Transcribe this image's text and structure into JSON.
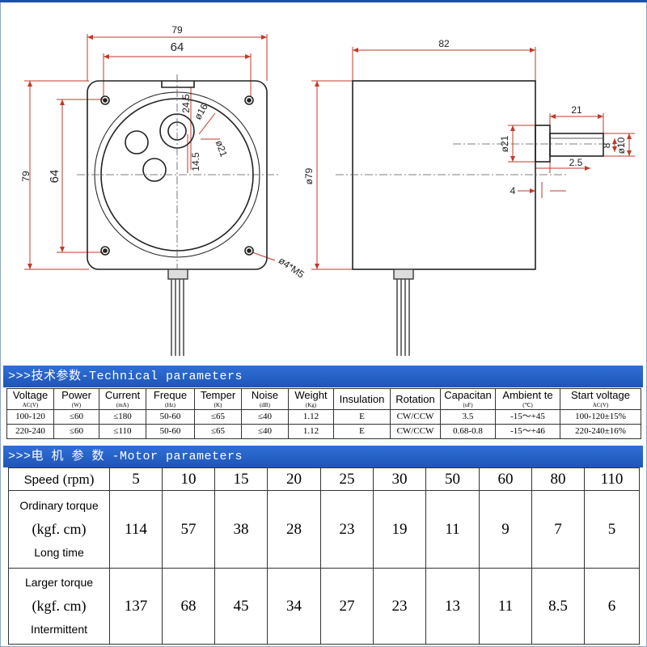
{
  "dimensions": {
    "front_width_outer": "79",
    "front_width_inner": "64",
    "front_height_outer": "79",
    "front_height_inner": "64",
    "shaft_offset": "24.5",
    "boss_dia": "ø16",
    "pilot_dia": "ø21",
    "offset_small": "14.5",
    "mount_holes": "ø4*M5",
    "side_length": "82",
    "side_dia": "ø79",
    "shaft_length": "21",
    "shaft_pilot": "ø21",
    "shaft_dia": "ø10",
    "flat": "8",
    "step": "2.5",
    "step2": "4"
  },
  "tech_banner": ">>>技术参数-Technical parameters",
  "tech_table": {
    "headers": [
      {
        "label": "Voltage",
        "unit": "AC(V)"
      },
      {
        "label": "Power",
        "unit": "(W)"
      },
      {
        "label": "Current",
        "unit": "(mA)"
      },
      {
        "label": "Freque",
        "unit": "(Hz)"
      },
      {
        "label": "Temper",
        "unit": "(K)"
      },
      {
        "label": "Noise",
        "unit": "(dB)"
      },
      {
        "label": "Weight",
        "unit": "(Kg)"
      },
      {
        "label": "Insulation",
        "unit": ""
      },
      {
        "label": "Rotation",
        "unit": ""
      },
      {
        "label": "Capacitan",
        "unit": "(uF)"
      },
      {
        "label": "Ambient te",
        "unit": "(℃)"
      },
      {
        "label": "Start voltage",
        "unit": "AC(V)"
      }
    ],
    "rows": [
      [
        "100-120",
        "≤60",
        "≤180",
        "50-60",
        "≤65",
        "≤40",
        "1.12",
        "E",
        "CW/CCW",
        "3.5",
        "-15～+45",
        "100-120±15%"
      ],
      [
        "220-240",
        "≤60",
        "≤110",
        "50-60",
        "≤65",
        "≤40",
        "1.12",
        "E",
        "CW/CCW",
        "0.68-0.8",
        "-15～+46",
        "220-240±16%"
      ]
    ]
  },
  "motor_banner": ">>>电 机 参 数 -Motor parameters",
  "motor_table": {
    "speed_label": "Speed",
    "speed_unit": "(rpm)",
    "speeds": [
      "5",
      "10",
      "15",
      "20",
      "25",
      "30",
      "50",
      "60",
      "80",
      "110"
    ],
    "ordinary_label": "Ordinary torque",
    "ordinary_unit": "(kgf. cm)",
    "ordinary_note": "Long time",
    "ordinary_values": [
      "114",
      "57",
      "38",
      "28",
      "23",
      "19",
      "11",
      "9",
      "7",
      "5"
    ],
    "larger_label": "Larger torque",
    "larger_unit": "(kgf. cm)",
    "larger_note": "Intermittent",
    "larger_values": [
      "137",
      "68",
      "45",
      "34",
      "27",
      "23",
      "13",
      "11",
      "8.5",
      "6"
    ]
  }
}
